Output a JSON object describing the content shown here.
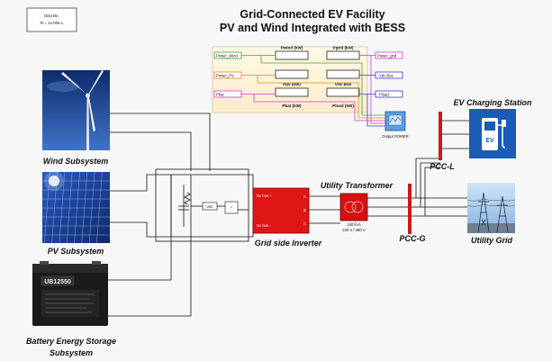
{
  "title": {
    "line1": "Grid-Connected EV Facility",
    "line2": "PV and Wind Integrated with BESS"
  },
  "solver": {
    "line1": "Discrete,",
    "line2": "Ts = 1e-005 s."
  },
  "subsystems": {
    "wind": "Wind Subsystem",
    "pv": "PV  Subsystem",
    "battery_line1": "Battery Energy Storage",
    "battery_line2": "Subsystem",
    "battery_brand": "UB12550"
  },
  "inverter": {
    "label": "Grid side Inverter",
    "ports": [
      "Dc bus +",
      "Dc bus -",
      "A",
      "B",
      "C"
    ]
  },
  "transformer": {
    "label": "Utility Transformer",
    "rating_line1": "150 kVA",
    "rating_line2": "220 V / 480 V"
  },
  "pcc": {
    "g": "PCC-G",
    "l": "PCC-L"
  },
  "loads": {
    "ev_station": "EV Charging Station",
    "utility_grid": "Utility Grid"
  },
  "monitor": {
    "inputs": [
      "Power_Wind",
      "Power_PV",
      "Pbat"
    ],
    "right_inputs": [
      "Power_grid",
      "Vdc Bus",
      "Pload"
    ],
    "displays": {
      "pwind": "Pwind (kW)",
      "pgrid": "Pgrid (kW)",
      "ppv": "Ppv (kW)",
      "vdc": "Vdc Bus",
      "pbat": "Pbat (kW)",
      "pload": "Pload (kW)"
    },
    "scope_label": "Output POWER"
  },
  "control": {
    "vdc_block": "Vdc"
  },
  "colors": {
    "inverter": "#e01515",
    "transformer": "#d41010",
    "pcc_bar": "#c81a1a",
    "wind_sky": "#1c3f8f",
    "pv_panel": "#1a3f9a",
    "ev_tile": "#1a5bb8",
    "grid_sky": "#9fc4e8",
    "signal_green": "#3fa83f",
    "signal_orange": "#e08a1e",
    "signal_magenta": "#d23ad2",
    "signal_blue": "#3a3ad2",
    "monitor_bg": "#fff7d9"
  }
}
